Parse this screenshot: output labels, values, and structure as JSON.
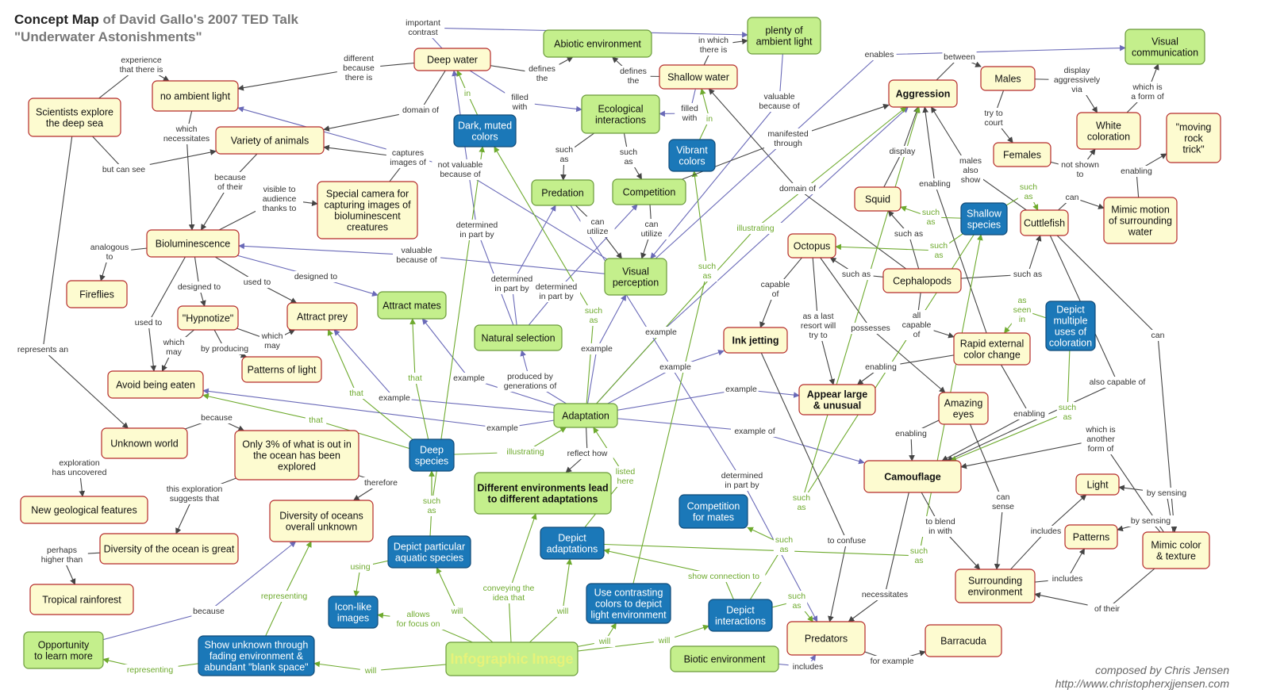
{
  "title": {
    "main": "Concept Map",
    "rest": "of David Gallo's 2007 TED Talk",
    "line2": "\"Underwater Astonishments\""
  },
  "credit": {
    "line1": "composed by Chris Jensen",
    "line2": "http://www.christopherxjjensen.com"
  },
  "colors": {
    "link_dark": "#6a6ab8",
    "link_green": "#6eaa2e",
    "link_grey": "#444444",
    "node_yellow": "#fdfbd0",
    "node_green": "#c4ef8c",
    "node_blue": "#1b78b8"
  },
  "nodes": [
    {
      "id": "no_ambient",
      "label": "no ambient light",
      "style": "yellow"
    },
    {
      "id": "scientists",
      "label": "Scientists explore\nthe deep sea",
      "style": "yellow"
    },
    {
      "id": "deep_water",
      "label": "Deep water",
      "style": "yellow"
    },
    {
      "id": "abiotic",
      "label": "Abiotic environment",
      "style": "green"
    },
    {
      "id": "shallow_water",
      "label": "Shallow water",
      "style": "yellow"
    },
    {
      "id": "plenty_light",
      "label": "plenty of\nambient light",
      "style": "green"
    },
    {
      "id": "visual_comm",
      "label": "Visual\ncommunication",
      "style": "green"
    },
    {
      "id": "aggression",
      "label": "Aggression",
      "style": "yellow",
      "bold": true
    },
    {
      "id": "males",
      "label": "Males",
      "style": "yellow"
    },
    {
      "id": "white_color",
      "label": "White\ncoloration",
      "style": "yellow"
    },
    {
      "id": "moving_rock",
      "label": "\"moving\nrock\ntrick\"",
      "style": "yellow"
    },
    {
      "id": "females",
      "label": "Females",
      "style": "yellow"
    },
    {
      "id": "variety",
      "label": "Variety of animals",
      "style": "yellow"
    },
    {
      "id": "dark_muted",
      "label": "Dark, muted\ncolors",
      "style": "blue"
    },
    {
      "id": "eco_inter",
      "label": "Ecological\ninteractions",
      "style": "green"
    },
    {
      "id": "vibrant",
      "label": "Vibrant\ncolors",
      "style": "blue"
    },
    {
      "id": "special_camera",
      "label": "Special camera for\ncapturing images of\nbioluminescent\ncreatures",
      "style": "yellow"
    },
    {
      "id": "predation",
      "label": "Predation",
      "style": "green"
    },
    {
      "id": "competition",
      "label": "Competition",
      "style": "green"
    },
    {
      "id": "squid",
      "label": "Squid",
      "style": "yellow"
    },
    {
      "id": "shallow_species",
      "label": "Shallow\nspecies",
      "style": "blue"
    },
    {
      "id": "cuttlefish",
      "label": "Cuttlefish",
      "style": "yellow"
    },
    {
      "id": "mimic_motion",
      "label": "Mimic motion\nof surrounding\nwater",
      "style": "yellow"
    },
    {
      "id": "biolum",
      "label": "Bioluminescence",
      "style": "yellow"
    },
    {
      "id": "octopus",
      "label": "Octopus",
      "style": "yellow"
    },
    {
      "id": "visual_perc",
      "label": "Visual\nperception",
      "style": "green"
    },
    {
      "id": "cephalopods",
      "label": "Cephalopods",
      "style": "yellow"
    },
    {
      "id": "fireflies",
      "label": "Fireflies",
      "style": "yellow"
    },
    {
      "id": "attract_mates",
      "label": "Attract mates",
      "style": "green"
    },
    {
      "id": "hypnotize",
      "label": "\"Hypnotize\"",
      "style": "yellow"
    },
    {
      "id": "attract_prey",
      "label": "Attract prey",
      "style": "yellow"
    },
    {
      "id": "depict_multiple",
      "label": "Depict\nmultiple\nuses of\ncoloration",
      "style": "blue"
    },
    {
      "id": "natural_sel",
      "label": "Natural selection",
      "style": "green"
    },
    {
      "id": "ink_jetting",
      "label": "Ink jetting",
      "style": "yellow",
      "bold": true
    },
    {
      "id": "rapid_color",
      "label": "Rapid external\ncolor change",
      "style": "yellow"
    },
    {
      "id": "patterns_light",
      "label": "Patterns of light",
      "style": "yellow"
    },
    {
      "id": "avoid_eaten",
      "label": "Avoid being eaten",
      "style": "yellow"
    },
    {
      "id": "appear_large",
      "label": "Appear large\n& unusual",
      "style": "yellow",
      "bold": true
    },
    {
      "id": "amazing_eyes",
      "label": "Amazing\neyes",
      "style": "yellow"
    },
    {
      "id": "adaptation",
      "label": "Adaptation",
      "style": "green"
    },
    {
      "id": "unknown_world",
      "label": "Unknown world",
      "style": "yellow"
    },
    {
      "id": "only3",
      "label": "Only 3% of what is out in\nthe ocean has been\nexplored",
      "style": "yellow"
    },
    {
      "id": "deep_species",
      "label": "Deep\nspecies",
      "style": "blue"
    },
    {
      "id": "camouflage",
      "label": "Camouflage",
      "style": "yellow",
      "bold": true
    },
    {
      "id": "diff_env",
      "label": "Different environments lead\nto different adaptations",
      "style": "green",
      "bold": true
    },
    {
      "id": "light",
      "label": "Light",
      "style": "yellow"
    },
    {
      "id": "new_geo",
      "label": "New geological features",
      "style": "yellow"
    },
    {
      "id": "competition_mates",
      "label": "Competition\nfor mates",
      "style": "blue"
    },
    {
      "id": "diversity_unknown",
      "label": "Diversity of oceans\noverall unknown",
      "style": "yellow"
    },
    {
      "id": "patterns",
      "label": "Patterns",
      "style": "yellow"
    },
    {
      "id": "mimic_color",
      "label": "Mimic color\n& texture",
      "style": "yellow"
    },
    {
      "id": "depict_aquatic",
      "label": "Depict particular\naquatic species",
      "style": "blue"
    },
    {
      "id": "depict_adapt",
      "label": "Depict\nadaptations",
      "style": "blue"
    },
    {
      "id": "diversity_great",
      "label": "Diversity of the ocean is great",
      "style": "yellow"
    },
    {
      "id": "surrounding",
      "label": "Surrounding\nenvironment",
      "style": "yellow"
    },
    {
      "id": "tropical",
      "label": "Tropical rainforest",
      "style": "yellow"
    },
    {
      "id": "icon_images",
      "label": "Icon-like\nimages",
      "style": "blue"
    },
    {
      "id": "use_contrast",
      "label": "Use contrasting\ncolors to depict\nlight environment",
      "style": "blue"
    },
    {
      "id": "depict_inter",
      "label": "Depict\ninteractions",
      "style": "blue"
    },
    {
      "id": "opportunity",
      "label": "Opportunity\nto learn more",
      "style": "green"
    },
    {
      "id": "show_unknown",
      "label": "Show unknown through\nfading environment &\nabundant \"blank space\"",
      "style": "blue"
    },
    {
      "id": "infographic",
      "label": "Infographic Image",
      "style": "green",
      "big": true
    },
    {
      "id": "biotic",
      "label": "Biotic environment",
      "style": "green"
    },
    {
      "id": "predators",
      "label": "Predators",
      "style": "yellow"
    },
    {
      "id": "barracuda",
      "label": "Barracuda",
      "style": "yellow"
    }
  ],
  "links": [
    {
      "path": "deep_water-plenty",
      "label": "important\ncontrast",
      "color": "dark"
    },
    {
      "path": "scientists-noamb",
      "label": "experience\nthat there is",
      "color": "grey"
    },
    {
      "path": "deep-noamb",
      "label": "different\nbecause\nthere is",
      "color": "grey"
    },
    {
      "path": "deep-abiotic",
      "label": "defines\nthe",
      "color": "grey"
    },
    {
      "path": "shallow-abiotic",
      "label": "defines\nthe",
      "color": "grey"
    },
    {
      "path": "shallow-plenty",
      "label": "in which\nthere is",
      "color": "grey"
    },
    {
      "path": "deep-variety",
      "label": "domain of",
      "color": "grey"
    },
    {
      "path": "deep-eco",
      "label": "filled\nwith",
      "color": "dark"
    },
    {
      "path": "shallow-eco",
      "label": "filled\nwith",
      "color": "dark"
    },
    {
      "path": "dark-deep",
      "label": "in",
      "color": "green"
    },
    {
      "path": "vibrant-shallow",
      "label": "in",
      "color": "green"
    },
    {
      "path": "noamb-biolum",
      "label": "which\nnecessitates",
      "color": "grey"
    },
    {
      "path": "scientists-variety",
      "label": "but can see",
      "color": "grey"
    },
    {
      "path": "camera-variety",
      "label": "captures\nimages of",
      "color": "grey"
    },
    {
      "path": "plenty-visual",
      "label": "valuable\nbecause of",
      "color": "dark"
    },
    {
      "path": "visual-noamb",
      "label": "not valuable\nbecause of",
      "color": "dark"
    },
    {
      "path": "eco-pred",
      "label": "such\nas",
      "color": "grey"
    },
    {
      "path": "eco-comp",
      "label": "such\nas",
      "color": "grey"
    },
    {
      "path": "variety-biolum",
      "label": "because\nof their",
      "color": "grey"
    },
    {
      "path": "biolum-camera",
      "label": "visible to\naudience\nthanks to",
      "color": "grey"
    },
    {
      "path": "pred-visual",
      "label": "can\nutilize",
      "color": "grey"
    },
    {
      "path": "comp-visual",
      "label": "can\nutilize",
      "color": "grey"
    },
    {
      "path": "visual-biolum",
      "label": "valuable\nbecause of",
      "color": "dark"
    },
    {
      "path": "biolum-fire",
      "label": "analogous\nto",
      "color": "grey"
    },
    {
      "path": "biolum-hyp",
      "label": "designed to",
      "color": "grey"
    },
    {
      "path": "biolum-prey",
      "label": "used to",
      "color": "grey"
    },
    {
      "path": "biolum-mates",
      "label": "designed to",
      "color": "dark"
    },
    {
      "path": "biolum-avoid",
      "label": "used to",
      "color": "grey"
    },
    {
      "path": "hyp-avoid",
      "label": "which\nmay",
      "color": "grey"
    },
    {
      "path": "hyp-patterns",
      "label": "by producing",
      "color": "grey"
    },
    {
      "path": "hyp-prey",
      "label": "which\nmay",
      "color": "grey"
    },
    {
      "path": "nat-pred",
      "label": "determined\nin part by",
      "color": "dark"
    },
    {
      "path": "nat-comp",
      "label": "determined\nin part by",
      "color": "dark"
    },
    {
      "path": "nat-deep",
      "label": "determined\nin part by",
      "color": "dark"
    },
    {
      "path": "adapt-nat",
      "label": "produced by\ngenerations of",
      "color": "dark"
    },
    {
      "path": "adapt-visual",
      "label": "example",
      "color": "dark"
    },
    {
      "path": "adapt-ink",
      "label": "example",
      "color": "dark"
    },
    {
      "path": "adapt-agg",
      "label": "example",
      "color": "dark"
    },
    {
      "path": "adapt-appear",
      "label": "example",
      "color": "dark"
    },
    {
      "path": "adapt-prey",
      "label": "example",
      "color": "dark"
    },
    {
      "path": "adapt-mates",
      "label": "example",
      "color": "dark"
    },
    {
      "path": "adapt-avoid",
      "label": "example",
      "color": "dark"
    },
    {
      "path": "adapt-camo",
      "label": "example of",
      "color": "dark"
    },
    {
      "path": "adapt-diff",
      "label": "reflect how",
      "color": "grey"
    },
    {
      "path": "deepsp-mates",
      "label": "that",
      "color": "green"
    },
    {
      "path": "deepsp-prey",
      "label": "that",
      "color": "green"
    },
    {
      "path": "deepsp-avoid",
      "label": "that",
      "color": "green"
    },
    {
      "path": "deepsp-dark",
      "label": "such\nas",
      "color": "green"
    },
    {
      "path": "illustrating1",
      "label": "illustrating",
      "color": "green"
    },
    {
      "path": "illustrating2",
      "label": "illustrating",
      "color": "green"
    },
    {
      "path": "listed",
      "label": "listed\nhere",
      "color": "green"
    },
    {
      "path": "octo-ink",
      "label": "capable\nof",
      "color": "grey"
    },
    {
      "path": "octo-appear",
      "label": "as a last\nresort will\ntry to",
      "color": "grey"
    },
    {
      "path": "octo-eyes",
      "label": "possesses",
      "color": "grey"
    },
    {
      "path": "ceph-octo",
      "label": "such as",
      "color": "grey"
    },
    {
      "path": "ceph-squid",
      "label": "such as",
      "color": "grey"
    },
    {
      "path": "ceph-cuttle",
      "label": "such as",
      "color": "grey"
    },
    {
      "path": "ceph-rapid",
      "label": "all\ncapable\nof",
      "color": "grey"
    },
    {
      "path": "ceph-domain",
      "label": "domain of",
      "color": "grey"
    },
    {
      "path": "squid-agg",
      "label": "display",
      "color": "grey"
    },
    {
      "path": "rapid-agg",
      "label": "enabling",
      "color": "grey"
    },
    {
      "path": "rapid-appear",
      "label": "enabling",
      "color": "grey"
    },
    {
      "path": "rapid-camo",
      "label": "enabling",
      "color": "grey"
    },
    {
      "path": "eyes-camo",
      "label": "enabling",
      "color": "grey"
    },
    {
      "path": "cuttle-agg",
      "label": "males\nalso\nshow",
      "color": "grey"
    },
    {
      "path": "agg-males",
      "label": "between",
      "color": "grey"
    },
    {
      "path": "males-white",
      "label": "display\naggressively\nvia",
      "color": "grey"
    },
    {
      "path": "white-visual",
      "label": "which is\na form of",
      "color": "grey"
    },
    {
      "path": "males-females",
      "label": "try to\ncourt",
      "color": "grey"
    },
    {
      "path": "females-white",
      "label": "not shown\nto",
      "color": "grey"
    },
    {
      "path": "shallow-squid",
      "label": "such\nas",
      "color": "green"
    },
    {
      "path": "shallow-octo",
      "label": "such\nas",
      "color": "green"
    },
    {
      "path": "shallow-cuttle",
      "label": "such\nas",
      "color": "green"
    },
    {
      "path": "cuttle-mimic",
      "label": "can",
      "color": "grey"
    },
    {
      "path": "mimic-rock",
      "label": "enabling",
      "color": "grey"
    },
    {
      "path": "cuttle-camo",
      "label": "also capable of",
      "color": "grey"
    },
    {
      "path": "cuttle-mimiccolor",
      "label": "can",
      "color": "grey"
    },
    {
      "path": "mimic-camo",
      "label": "which is\nanother\nform of",
      "color": "grey"
    },
    {
      "path": "multiple-rapid",
      "label": "as\nseen\nin",
      "color": "green"
    },
    {
      "path": "camo-surround",
      "label": "to blend\nin with",
      "color": "grey"
    },
    {
      "path": "eyes-surround",
      "label": "can\nsense",
      "color": "grey"
    },
    {
      "path": "surround-light",
      "label": "includes",
      "color": "grey"
    },
    {
      "path": "surround-patterns",
      "label": "includes",
      "color": "grey"
    },
    {
      "path": "mimiccolor-light",
      "label": "by sensing",
      "color": "grey"
    },
    {
      "path": "mimiccolor-patterns",
      "label": "by sensing",
      "color": "grey"
    },
    {
      "path": "mimiccolor-surround",
      "label": "of their",
      "color": "grey"
    },
    {
      "path": "ink-predators",
      "label": "to confuse",
      "color": "grey"
    },
    {
      "path": "pred-predators",
      "label": "determined\nin part by",
      "color": "dark"
    },
    {
      "path": "camo-predators",
      "label": "necessitates",
      "color": "grey"
    },
    {
      "path": "barracuda-camo",
      "label": "for example",
      "color": "grey"
    },
    {
      "path": "biotic-predators",
      "label": "includes",
      "color": "dark"
    },
    {
      "path": "scientists-unknown",
      "label": "represents an",
      "color": "grey"
    },
    {
      "path": "unknown-only3",
      "label": "because",
      "color": "grey"
    },
    {
      "path": "unknown-newgeo",
      "label": "exploration\nhas uncovered",
      "color": "grey"
    },
    {
      "path": "only3-diversity",
      "label": "this exploration\nsuggests that",
      "color": "grey"
    },
    {
      "path": "only3-unknown",
      "label": "therefore",
      "color": "grey"
    },
    {
      "path": "diversity-tropical",
      "label": "perhaps\nhigher than",
      "color": "grey"
    },
    {
      "path": "opp-unknown",
      "label": "because",
      "color": "dark"
    },
    {
      "path": "info-aquatic",
      "label": "will",
      "color": "green"
    },
    {
      "path": "info-diff",
      "label": "conveying the\nidea that",
      "color": "green"
    },
    {
      "path": "info-adapt",
      "label": "will",
      "color": "green"
    },
    {
      "path": "info-contrast",
      "label": "will",
      "color": "green"
    },
    {
      "path": "info-inter",
      "label": "will",
      "color": "green"
    },
    {
      "path": "info-show",
      "label": "will",
      "color": "green"
    },
    {
      "path": "info-icon",
      "label": "allows\nfor focus on",
      "color": "green"
    },
    {
      "path": "aquatic-icon",
      "label": "using",
      "color": "green"
    },
    {
      "path": "aquatic-deepsp",
      "label": "such\nas",
      "color": "green"
    },
    {
      "path": "show-opp",
      "label": "representing",
      "color": "green"
    },
    {
      "path": "show-diversity",
      "label": "representing",
      "color": "green"
    },
    {
      "path": "inter-adapt",
      "label": "show connection to",
      "color": "green"
    },
    {
      "path": "inter-predators",
      "label": "such\nas",
      "color": "green"
    },
    {
      "path": "inter-compmates",
      "label": "such\nas",
      "color": "green"
    },
    {
      "path": "contrast-vibrant",
      "label": "such\nas",
      "color": "green"
    },
    {
      "path": "shallowsp-agg",
      "label": "such\nas",
      "color": "green"
    },
    {
      "path": "adapt-shallowsp",
      "label": "such\nas",
      "color": "green"
    },
    {
      "path": "multiple-camo",
      "label": "such\nas",
      "color": "green"
    },
    {
      "path": "camo-dark",
      "label": "such\nas",
      "color": "green"
    },
    {
      "path": "comp-agg",
      "label": "manifested\nthrough",
      "color": "grey"
    },
    {
      "path": "vis-comm",
      "label": "enables",
      "color": "dark"
    }
  ]
}
